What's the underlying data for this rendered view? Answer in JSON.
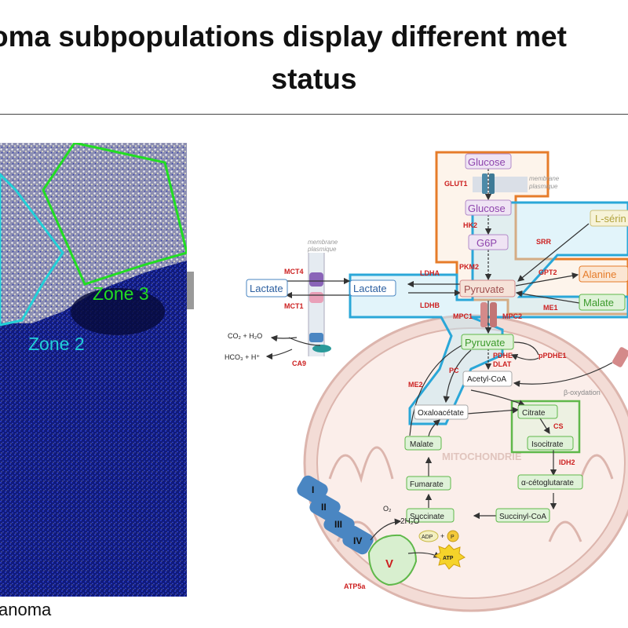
{
  "title": {
    "line1": "oma subpopulations display different met",
    "line2": "status"
  },
  "microscopy": {
    "zone3": "Zone 3",
    "zone2": "Zone 2",
    "caption": "anoma",
    "colors": {
      "zone3": "#22dd22",
      "zone2": "#22d0d8",
      "background": "#0d1566"
    }
  },
  "diagram": {
    "membrane_plasmique": [
      "membrane",
      "plasmique"
    ],
    "metabolites": {
      "glucose_out": "Glucose",
      "glucose_in": "Glucose",
      "g6p": "G6P",
      "lserine": "L-sérin",
      "alanine": "Alanine",
      "malate_cyto": "Malate",
      "lactate_out": "Lactate",
      "lactate_in": "Lactate",
      "pyruvate_cyto": "Pyruvate",
      "pyruvate_mito": "Pyruvate",
      "acetylcoa": "Acetyl-CoA",
      "oxaloacetate": "Oxaloacétate",
      "citrate": "Citrate",
      "isocitrate": "Isocitrate",
      "malate_mito": "Malate",
      "akg": "α-cétoglutarate",
      "fumarate": "Fumarate",
      "succinate": "Succinate",
      "succinylcoa": "Succinyl-CoA"
    },
    "enzymes": {
      "glut1": "GLUT1",
      "hk2": "HK2",
      "pkm2": "PKM2",
      "srr": "SRR",
      "gpt2": "GPT2",
      "me1": "ME1",
      "ldha": "LDHA",
      "ldhb": "LDHB",
      "mct4": "MCT4",
      "mct1": "MCT1",
      "ca9": "CA9",
      "mpc1": "MPC1",
      "mpc2": "MPC2",
      "pdhe": "PDHE",
      "dlat": "DLAT",
      "ppdhe1": "pPDHE1",
      "pc": "PC",
      "me2": "ME2",
      "cs": "CS",
      "idh2": "IDH2",
      "atp5a": "ATP5a"
    },
    "other": {
      "co2_h2o": "CO₂ + H₂O",
      "hco3_h": "HCO₃ + H⁺",
      "beta_oxydation": "β-oxydation",
      "mitochondrie": "MITOCHONDRIE",
      "o2": "O₂",
      "two_h2o": "2H₂O",
      "adp": "ADP",
      "plus": "+",
      "p": "P",
      "atp": "ATP",
      "complex_i": "I",
      "complex_ii": "II",
      "complex_iii": "III",
      "complex_iv": "IV",
      "complex_v": "V"
    },
    "colors": {
      "enzyme_red": "#cc1f1f",
      "orange_region": "#e67c2a",
      "blue_region": "#2aa7d8",
      "green_box": "#5fb84a",
      "purple": "#9b59b6",
      "mito_fill": "#f3dcd6",
      "complex_blue": "#4a86c2"
    }
  }
}
